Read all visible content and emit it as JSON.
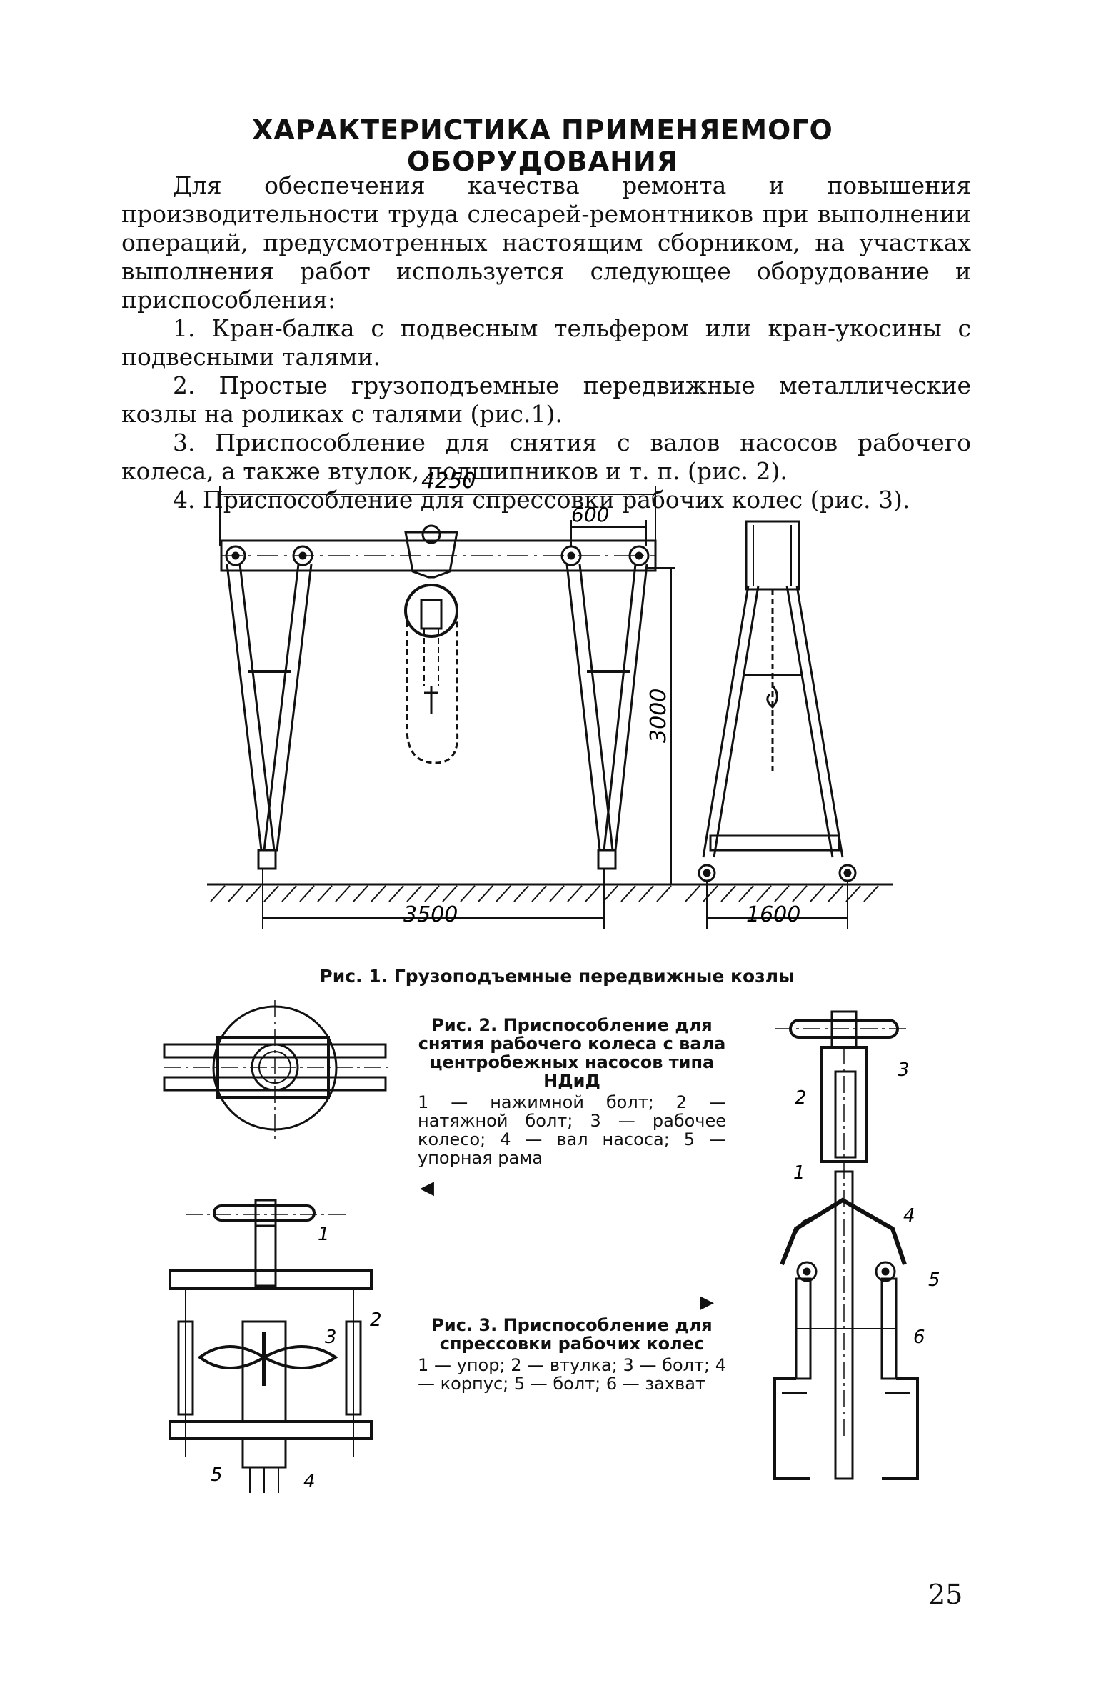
{
  "heading": "ХАРАКТЕРИСТИКА ПРИМЕНЯЕМОГО ОБОРУДОВАНИЯ",
  "intro": "Для обеспечения качества ремонта и повышения производительности труда слесарей-ремонтников при выполнении операций, предусмотренных настоящим сборником, на участках выполнения работ используется следующее оборудование и приспособления:",
  "items": [
    "1. Кран-балка с подвесным тельфером или кран-укосины с подвесными талями.",
    "2. Простые грузоподъемные передвижные металлические козлы на роликах с талями (рис.1).",
    "3. Приспособление для снятия с валов насосов рабочего колеса, а также втулок, подшипников и т. п. (рис. 2).",
    "4. Приспособление для спрессовки рабочих колес (рис. 3)."
  ],
  "fig1": {
    "dim_top": "4250",
    "dim_inner": "600",
    "dim_height": "3000",
    "dim_base": "3500",
    "dim_side": "1600",
    "caption": "Рис. 1. Грузоподъемные передвижные козлы"
  },
  "fig2": {
    "title": "Рис. 2. Приспособление для снятия рабочего колеса с вала центробежных насосов типа НДиД",
    "legend": "1 — нажимной болт; 2 — натяжной болт; 3 — рабочее колесо; 4 — вал насоса; 5 — упорная рама",
    "pointer": "◀",
    "labels": [
      "1",
      "2",
      "3",
      "4",
      "5"
    ]
  },
  "fig3": {
    "title": "Рис. 3. Приспособление для спрессовки рабочих колес",
    "legend": "1 — упор; 2 — втулка; 3 — болт; 4 — корпус; 5 — болт; 6 — захват",
    "pointer": "▶",
    "labels": [
      "1",
      "2",
      "3",
      "4",
      "5",
      "6"
    ]
  },
  "page_number": "25"
}
